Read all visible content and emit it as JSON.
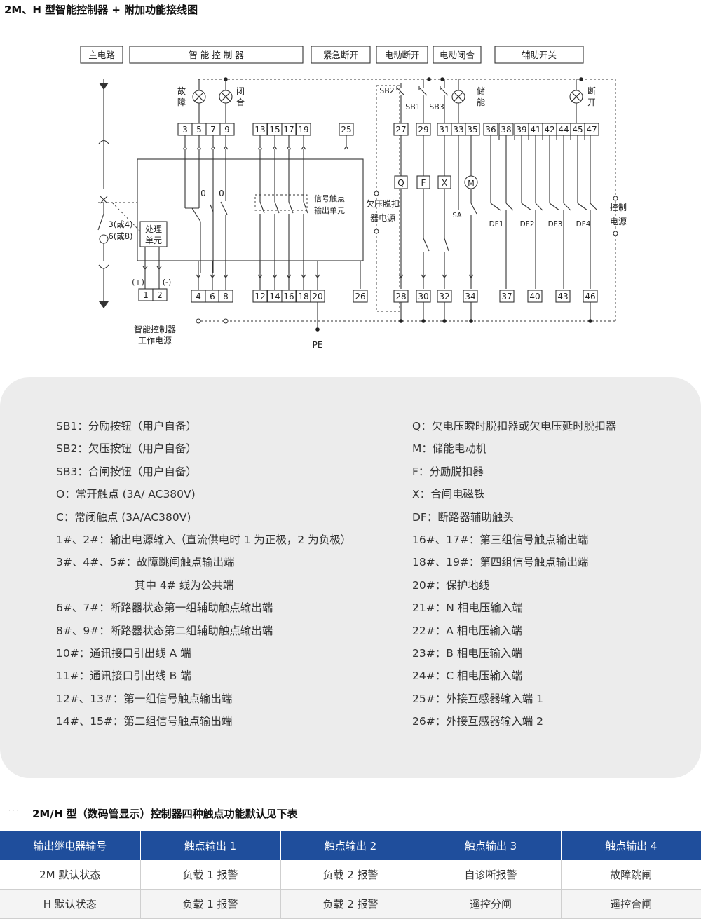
{
  "title": "2M、H 型智能控制器 + 附加功能接线图",
  "diagram": {
    "sections": [
      "主电路",
      "智   能   控   制   器",
      "紧急断开",
      "电动断开",
      "电动闭合",
      "辅助开关"
    ],
    "lamps": {
      "fault": "故障",
      "close": "闭合",
      "store": "储能",
      "open": "断开"
    },
    "top_terminals": [
      "3",
      "5",
      "7",
      "9",
      "13",
      "15",
      "17",
      "19",
      "25",
      "27",
      "29",
      "31",
      "33",
      "35",
      "36",
      "38",
      "39",
      "41",
      "42",
      "44",
      "45",
      "47"
    ],
    "bottom_terminals": [
      "4",
      "6",
      "8",
      "12",
      "14",
      "16",
      "18",
      "20",
      "26",
      "28",
      "30",
      "32",
      "34",
      "37",
      "40",
      "43",
      "46"
    ],
    "power_terminals": [
      "1",
      "2"
    ],
    "labels": {
      "sb2": "SB2",
      "sb1": "SB1",
      "sb3": "SB3",
      "no_contact_1": "0",
      "no_contact_2": "0",
      "signal_unit": "信号触点输出单元",
      "uv_release": "欠压脱扣器电源",
      "control_power": "控制电源",
      "ct_note_1": "3(或4)",
      "ct_note_2": "6(或8)",
      "process_unit": "处理单元",
      "plus": "(+)",
      "minus": "(-)",
      "ctrl_power": "智能控制器工作电源",
      "pe": "PE",
      "sa": "SA",
      "q": "Q",
      "f": "F",
      "x": "X",
      "m": "M"
    },
    "df_labels": [
      "DF1",
      "DF2",
      "DF3",
      "DF4"
    ]
  },
  "legend": {
    "left": [
      "SB1：分励按钮（用户自备）",
      "SB2：欠压按钮（用户自备）",
      "SB3：合闸按钮（用户自备）",
      "O：常开触点 (3A/ AC380V)",
      "C：常闭触点 (3A/AC380V)",
      "1#、2#：输出电源输入（直流供电时 1 为正极，2 为负极）",
      "3#、4#、5#：故障跳闸触点输出端",
      "其中 4# 线为公共端",
      "6#、7#：断路器状态第一组辅助触点输出端",
      "8#、9#：断路器状态第二组辅助触点输出端",
      "10#：通讯接口引出线 A 端",
      "11#：通讯接口引出线 B 端",
      "12#、13#：第一组信号触点输出端",
      "14#、15#：第二组信号触点输出端"
    ],
    "right": [
      "Q：欠电压瞬时脱扣器或欠电压延时脱扣器",
      "M：储能电动机",
      "F：分励脱扣器",
      "X：合闸电磁铁",
      "DF：断路器辅助触头",
      "16#、17#：第三组信号触点输出端",
      "18#、19#：第四组信号触点输出端",
      "20#：保护地线",
      "21#：N 相电压输入端",
      "22#：A 相电压输入端",
      "23#：B 相电压输入端",
      "24#：C 相电压输入端",
      "25#：外接互感器输入端 1",
      "26#：外接互感器输入端 2"
    ]
  },
  "table": {
    "title": "2M/H 型（数码管显示）控制器四种触点功能默认见下表",
    "headers": [
      "输出继电器输号",
      "触点输出 1",
      "触点输出 2",
      "触点输出 3",
      "触点输出 4"
    ],
    "rows": [
      [
        "2M 默认状态",
        "负载 1 报警",
        "负载 2 报警",
        "自诊断报警",
        "故障跳闸"
      ],
      [
        "H 默认状态",
        "负载 1 报警",
        "负载 2 报警",
        "遥控分闸",
        "遥控合闸"
      ]
    ]
  },
  "colors": {
    "header_bg": "#1f4e9c",
    "panel_bg": "#ececec"
  }
}
